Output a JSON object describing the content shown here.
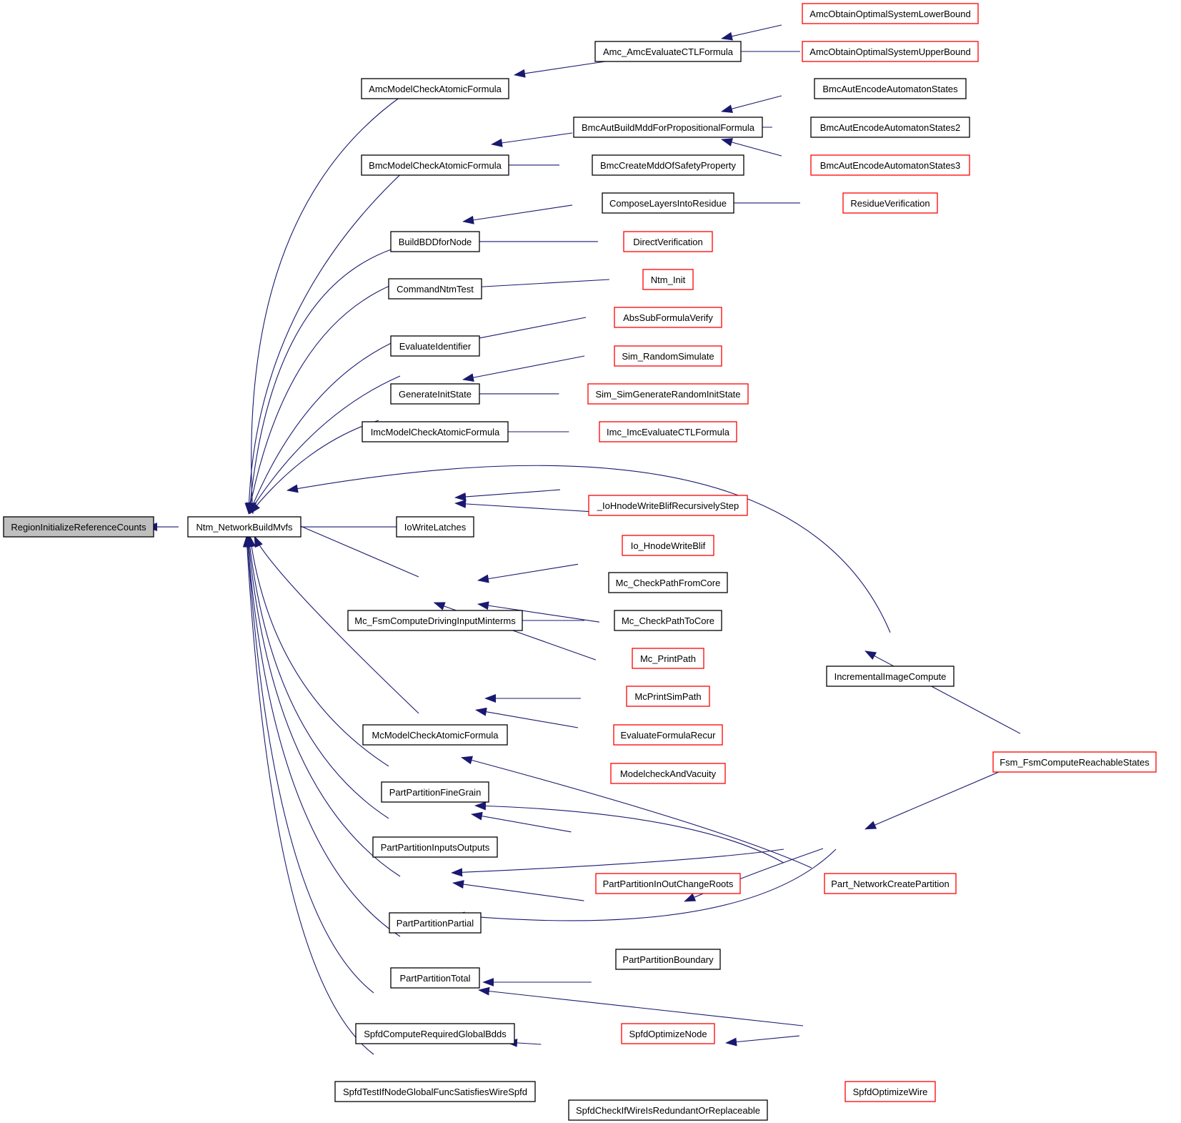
{
  "graph": {
    "colors": {
      "edge": "#191970",
      "border_black": "#000000",
      "border_red": "#ff0000",
      "root_fill": "#bfbfbf",
      "node_fill": "#ffffff"
    },
    "nodes": [
      {
        "id": "root",
        "label": "RegionInitializeReferenceCounts",
        "style": "root"
      },
      {
        "id": "ntm",
        "label": "Ntm_NetworkBuildMvfs",
        "style": "black"
      },
      {
        "id": "amcMCAF",
        "label": "AmcModelCheckAtomicFormula",
        "style": "black"
      },
      {
        "id": "amcEval",
        "label": "Amc_AmcEvaluateCTLFormula",
        "style": "black"
      },
      {
        "id": "amcLower",
        "label": "AmcObtainOptimalSystemLowerBound",
        "style": "red"
      },
      {
        "id": "amcUpper",
        "label": "AmcObtainOptimalSystemUpperBound",
        "style": "red"
      },
      {
        "id": "bmcMCAF",
        "label": "BmcModelCheckAtomicFormula",
        "style": "black"
      },
      {
        "id": "bmcAutBuild",
        "label": "BmcAutBuildMddForPropositionalFormula",
        "style": "black"
      },
      {
        "id": "bmcEnc1",
        "label": "BmcAutEncodeAutomatonStates",
        "style": "black"
      },
      {
        "id": "bmcEnc2",
        "label": "BmcAutEncodeAutomatonStates2",
        "style": "black"
      },
      {
        "id": "bmcEnc3",
        "label": "BmcAutEncodeAutomatonStates3",
        "style": "red"
      },
      {
        "id": "bmcSafety",
        "label": "BmcCreateMddOfSafetyProperty",
        "style": "black"
      },
      {
        "id": "buildBDD",
        "label": "BuildBDDforNode",
        "style": "black"
      },
      {
        "id": "compose",
        "label": "ComposeLayersIntoResidue",
        "style": "black"
      },
      {
        "id": "residue",
        "label": "ResidueVerification",
        "style": "red"
      },
      {
        "id": "direct",
        "label": "DirectVerification",
        "style": "red"
      },
      {
        "id": "cmdNtm",
        "label": "CommandNtmTest",
        "style": "black"
      },
      {
        "id": "ntmInit",
        "label": "Ntm_Init",
        "style": "red"
      },
      {
        "id": "evalId",
        "label": "EvaluateIdentifier",
        "style": "black"
      },
      {
        "id": "absSub",
        "label": "AbsSubFormulaVerify",
        "style": "red"
      },
      {
        "id": "genInit",
        "label": "GenerateInitState",
        "style": "black"
      },
      {
        "id": "simRand",
        "label": "Sim_RandomSimulate",
        "style": "red"
      },
      {
        "id": "simGen",
        "label": "Sim_SimGenerateRandomInitState",
        "style": "red"
      },
      {
        "id": "imcMCAF",
        "label": "ImcModelCheckAtomicFormula",
        "style": "black"
      },
      {
        "id": "imcEval",
        "label": "Imc_ImcEvaluateCTLFormula",
        "style": "red"
      },
      {
        "id": "ioLatch",
        "label": "IoWriteLatches",
        "style": "black"
      },
      {
        "id": "ioRec",
        "label": "_IoHnodeWriteBlifRecursivelyStep",
        "style": "red"
      },
      {
        "id": "ioBlif",
        "label": "Io_HnodeWriteBlif",
        "style": "red"
      },
      {
        "id": "mcFsm",
        "label": "Mc_FsmComputeDrivingInputMinterms",
        "style": "black"
      },
      {
        "id": "mcFrom",
        "label": "Mc_CheckPathFromCore",
        "style": "black"
      },
      {
        "id": "mcTo",
        "label": "Mc_CheckPathToCore",
        "style": "black"
      },
      {
        "id": "mcPrint",
        "label": "Mc_PrintPath",
        "style": "red"
      },
      {
        "id": "mcSim",
        "label": "McPrintSimPath",
        "style": "red"
      },
      {
        "id": "mcMCAF",
        "label": "McModelCheckAtomicFormula",
        "style": "black"
      },
      {
        "id": "evalRecur",
        "label": "EvaluateFormulaRecur",
        "style": "red"
      },
      {
        "id": "vacuity",
        "label": "ModelcheckAndVacuity",
        "style": "red"
      },
      {
        "id": "incImg",
        "label": "IncrementalImageCompute",
        "style": "black"
      },
      {
        "id": "fsmReach",
        "label": "Fsm_FsmComputeReachableStates",
        "style": "red"
      },
      {
        "id": "ppFine",
        "label": "PartPartitionFineGrain",
        "style": "black"
      },
      {
        "id": "ppIO",
        "label": "PartPartitionInputsOutputs",
        "style": "black"
      },
      {
        "id": "ppInOut",
        "label": "PartPartitionInOutChangeRoots",
        "style": "red"
      },
      {
        "id": "partNet",
        "label": "Part_NetworkCreatePartition",
        "style": "red"
      },
      {
        "id": "ppPartial",
        "label": "PartPartitionPartial",
        "style": "black"
      },
      {
        "id": "ppBound",
        "label": "PartPartitionBoundary",
        "style": "black"
      },
      {
        "id": "ppTotal",
        "label": "PartPartitionTotal",
        "style": "black"
      },
      {
        "id": "spfdReq",
        "label": "SpfdComputeRequiredGlobalBdds",
        "style": "black"
      },
      {
        "id": "spfdNode",
        "label": "SpfdOptimizeNode",
        "style": "red"
      },
      {
        "id": "spfdWire",
        "label": "SpfdOptimizeWire",
        "style": "red"
      },
      {
        "id": "spfdTest",
        "label": "SpfdTestIfNodeGlobalFuncSatisfiesWireSpfd",
        "style": "black"
      },
      {
        "id": "spfdCheck",
        "label": "SpfdCheckIfWireIsRedundantOrReplaceable",
        "style": "black"
      }
    ],
    "edges": [
      {
        "from": "ntm",
        "to": "root"
      },
      {
        "from": "amcMCAF",
        "to": "ntm"
      },
      {
        "from": "bmcMCAF",
        "to": "ntm"
      },
      {
        "from": "buildBDD",
        "to": "ntm"
      },
      {
        "from": "cmdNtm",
        "to": "ntm"
      },
      {
        "from": "evalId",
        "to": "ntm"
      },
      {
        "from": "genInit",
        "to": "ntm"
      },
      {
        "from": "imcMCAF",
        "to": "ntm"
      },
      {
        "from": "incImg",
        "to": "ntm"
      },
      {
        "from": "ioLatch",
        "to": "ntm"
      },
      {
        "from": "mcFsm",
        "to": "ntm"
      },
      {
        "from": "mcMCAF",
        "to": "ntm"
      },
      {
        "from": "ppFine",
        "to": "ntm"
      },
      {
        "from": "ppIO",
        "to": "ntm"
      },
      {
        "from": "ppPartial",
        "to": "ntm"
      },
      {
        "from": "ppTotal",
        "to": "ntm"
      },
      {
        "from": "spfdReq",
        "to": "ntm"
      },
      {
        "from": "spfdTest",
        "to": "ntm"
      },
      {
        "from": "amcEval",
        "to": "amcMCAF"
      },
      {
        "from": "amcLower",
        "to": "amcEval"
      },
      {
        "from": "amcUpper",
        "to": "amcEval"
      },
      {
        "from": "bmcAutBuild",
        "to": "bmcMCAF"
      },
      {
        "from": "bmcSafety",
        "to": "bmcMCAF"
      },
      {
        "from": "bmcEnc1",
        "to": "bmcAutBuild"
      },
      {
        "from": "bmcEnc2",
        "to": "bmcAutBuild"
      },
      {
        "from": "bmcEnc3",
        "to": "bmcAutBuild"
      },
      {
        "from": "compose",
        "to": "buildBDD"
      },
      {
        "from": "direct",
        "to": "buildBDD"
      },
      {
        "from": "residue",
        "to": "compose"
      },
      {
        "from": "ntmInit",
        "to": "cmdNtm"
      },
      {
        "from": "absSub",
        "to": "evalId"
      },
      {
        "from": "simRand",
        "to": "genInit"
      },
      {
        "from": "simGen",
        "to": "genInit"
      },
      {
        "from": "imcEval",
        "to": "imcMCAF"
      },
      {
        "from": "ioRec",
        "to": "ioLatch"
      },
      {
        "from": "ioBlif",
        "to": "ioLatch"
      },
      {
        "from": "mcFrom",
        "to": "mcFsm"
      },
      {
        "from": "mcTo",
        "to": "mcFsm"
      },
      {
        "from": "mcPrint",
        "to": "mcFsm"
      },
      {
        "from": "mcSim",
        "to": "mcFsm"
      },
      {
        "from": "evalRecur",
        "to": "mcMCAF"
      },
      {
        "from": "vacuity",
        "to": "mcMCAF"
      },
      {
        "from": "fsmReach",
        "to": "incImg"
      },
      {
        "from": "partNet",
        "to": "ppFine"
      },
      {
        "from": "partNet",
        "to": "ppIO"
      },
      {
        "from": "ppInOut",
        "to": "ppIO"
      },
      {
        "from": "partNet",
        "to": "ppPartial"
      },
      {
        "from": "ppBound",
        "to": "ppPartial"
      },
      {
        "from": "partNet",
        "to": "ppBound"
      },
      {
        "from": "partNet",
        "to": "ppTotal"
      },
      {
        "from": "fsmReach",
        "to": "partNet"
      },
      {
        "from": "spfdNode",
        "to": "spfdReq"
      },
      {
        "from": "spfdWire",
        "to": "spfdReq"
      },
      {
        "from": "spfdCheck",
        "to": "spfdTest"
      },
      {
        "from": "spfdWire",
        "to": "spfdCheck"
      }
    ]
  }
}
